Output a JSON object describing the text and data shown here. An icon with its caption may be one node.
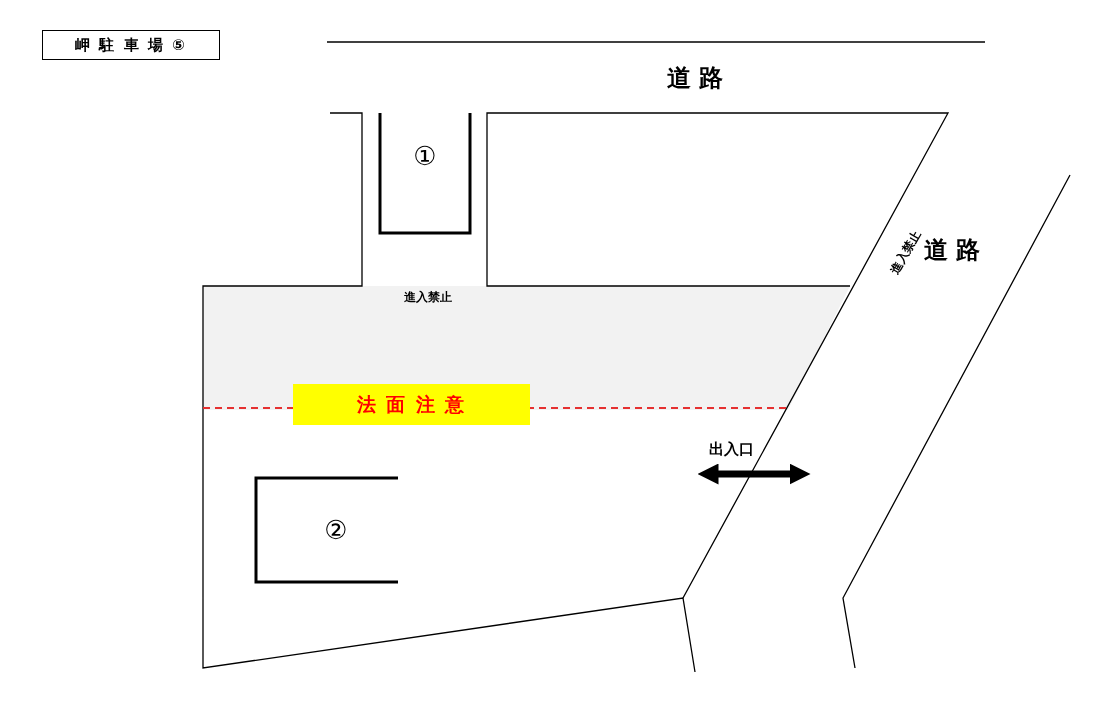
{
  "diagram": {
    "nodes": [
      {
        "text": [
          "岬 駐 車 場 ⑤"
        ]
      },
      {
        "text": [
          "法 面 注 意"
        ]
      }
    ],
    "labels": [
      "道 路",
      "①",
      "進入禁止",
      "道 路",
      "進入禁止",
      "出入口",
      "②"
    ]
  }
}
